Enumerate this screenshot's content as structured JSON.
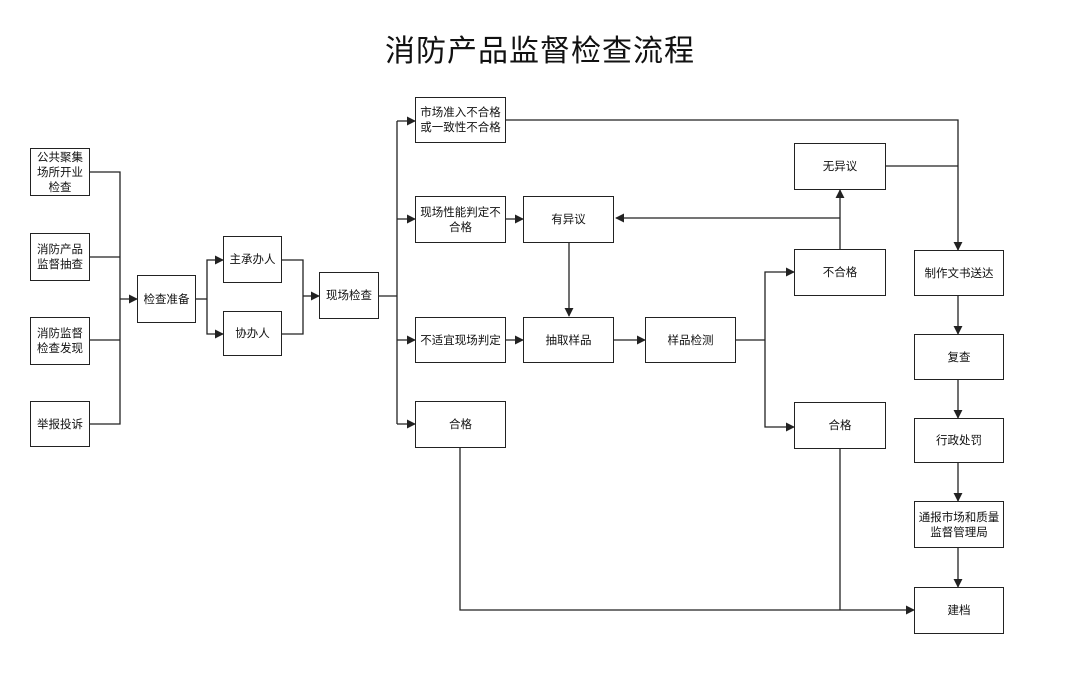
{
  "title": "消防产品监督检查流程",
  "nodes": {
    "public_gathering": "公共聚集\n场所开业\n检查",
    "product_spot_check": "消防产品\n监督抽查",
    "supervision_found": "消防监督\n检查发现",
    "report_complaint": "举报投诉",
    "prepare": "检查准备",
    "lead_handler": "主承办人",
    "assist_handler": "协办人",
    "onsite_check": "现场检查",
    "market_access_fail": "市场准入不合格\n或一致性不合格",
    "onsite_perf_fail": "现场性能判定不\n合格",
    "not_suitable": "不适宜现场判定",
    "pass_left": "合格",
    "objection": "有异议",
    "sampling": "抽取样品",
    "sample_test": "样品检测",
    "no_objection": "无异议",
    "fail": "不合格",
    "pass_right": "合格",
    "issue_documents": "制作文书送达",
    "review": "复查",
    "penalty": "行政处罚",
    "notify_bureau": "通报市场和质量\n监督管理局",
    "archive": "建档"
  },
  "colors": {
    "line": "#222222",
    "box_border": "#222222",
    "background": "#ffffff"
  }
}
